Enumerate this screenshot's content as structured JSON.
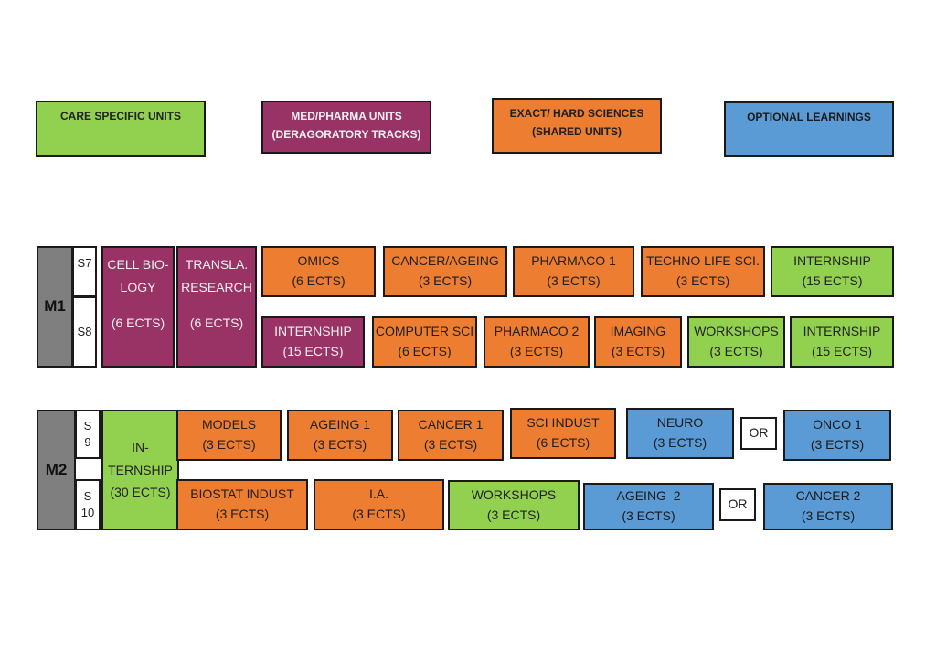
{
  "legend": {
    "care": "CARE SPECIFIC UNITS",
    "med_line1": "MED/PHARMA UNITS",
    "med_line2": "(DERAGORATORY TRACKS)",
    "exact_line1": "EXACT/ HARD SCIENCES",
    "exact_line2": "(SHARED UNITS)",
    "optional": "OPTIONAL LEARNINGS"
  },
  "colors": {
    "care": "#92d050",
    "med_pharma": "#993366",
    "exact": "#ed7d31",
    "optional": "#5b9bd5",
    "year": "#7f7f7f"
  },
  "m1": {
    "label": "M1",
    "s7": "S7",
    "s8": "S8",
    "cell_bio": [
      "CELL BIO-",
      "LOGY",
      "(6 ECTS)"
    ],
    "transla": [
      "TRANSLA.",
      "RESEARCH",
      "(6 ECTS)"
    ],
    "s7_units": [
      {
        "name": "OMICS",
        "ects": "(6 ECTS)"
      },
      {
        "name": "CANCER/AGEING",
        "ects": "(3 ECTS)"
      },
      {
        "name": "PHARMACO 1",
        "ects": "(3 ECTS)"
      },
      {
        "name": "TECHNO LIFE SCI.",
        "ects": "(3 ECTS)"
      },
      {
        "name": "INTERNSHIP",
        "ects": "(15 ECTS)"
      }
    ],
    "s8_units": [
      {
        "name": "INTERNSHIP",
        "ects": "(15 ECTS)"
      },
      {
        "name": "COMPUTER SCI",
        "ects": "(6 ECTS)"
      },
      {
        "name": "PHARMACO 2",
        "ects": "(3 ECTS)"
      },
      {
        "name": "IMAGING",
        "ects": "(3 ECTS)"
      },
      {
        "name": "WORKSHOPS",
        "ects": "(3 ECTS)"
      },
      {
        "name": "INTERNSHIP",
        "ects": "(15 ECTS)"
      }
    ]
  },
  "m2": {
    "label": "M2",
    "s9": [
      "S",
      "9"
    ],
    "s10": [
      "S",
      "10"
    ],
    "internship": [
      "IN-",
      "TERNSHIP",
      "(30 ECTS)"
    ],
    "s9_units": [
      {
        "name": "MODELS",
        "ects": "(3 ECTS)"
      },
      {
        "name": "AGEING 1",
        "ects": "(3 ECTS)"
      },
      {
        "name": "CANCER 1",
        "ects": "(3 ECTS)"
      },
      {
        "name": "SCI INDUST",
        "ects": "(6 ECTS)"
      },
      {
        "name": "NEURO",
        "ects": "(3 ECTS)"
      },
      {
        "name": "ONCO 1",
        "ects": "(3 ECTS)"
      }
    ],
    "s10_units": [
      {
        "name": "BIOSTAT INDUST",
        "ects": "(3 ECTS)"
      },
      {
        "name": "I.A.",
        "ects": "(3 ECTS)"
      },
      {
        "name": "WORKSHOPS",
        "ects": "(3 ECTS)"
      },
      {
        "name": "AGEING  2",
        "ects": "(3 ECTS)"
      },
      {
        "name": "CANCER 2",
        "ects": "(3 ECTS)"
      }
    ],
    "or": "OR"
  }
}
